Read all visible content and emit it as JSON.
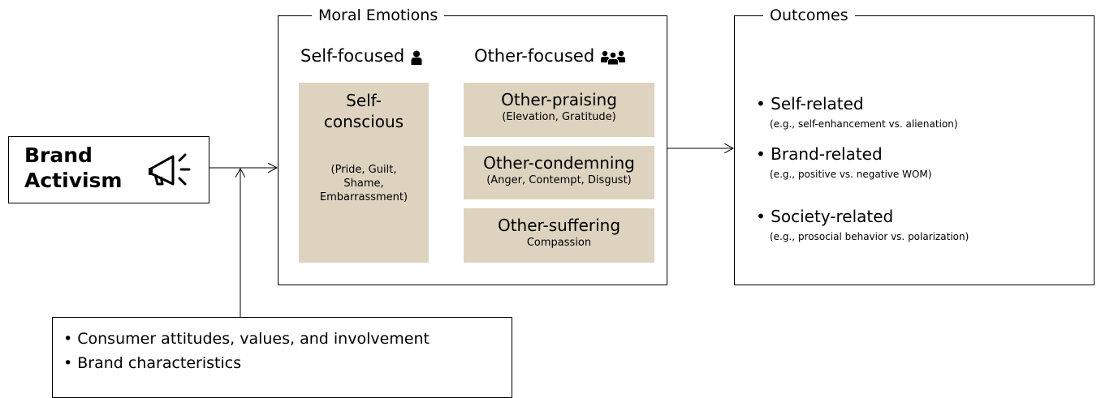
{
  "brand": {
    "line1": "Brand",
    "line2": "Activism",
    "icon": "megaphone-icon"
  },
  "moral": {
    "title": "Moral Emotions",
    "self_focused": {
      "label": "Self-focused",
      "icon": "person-icon"
    },
    "other_focused": {
      "label": "Other-focused",
      "icon": "people-group-icon"
    },
    "self_conscious": {
      "title_line1": "Self-",
      "title_line2": "conscious",
      "sub_line1": "(Pride, Guilt,",
      "sub_line2": "Shame,",
      "sub_line3": "Embarrassment)"
    },
    "other_praising": {
      "title": "Other-praising",
      "sub": "(Elevation, Gratitude)"
    },
    "other_condemning": {
      "title": "Other-condemning",
      "sub": "(Anger, Contempt, Disgust)"
    },
    "other_suffering": {
      "title": "Other-suffering",
      "sub": "Compassion"
    }
  },
  "outcomes": {
    "title": "Outcomes",
    "items": [
      {
        "title": "Self-related",
        "sub": "(e.g., self-enhancement vs. alienation)"
      },
      {
        "title": "Brand-related",
        "sub": "(e.g., positive vs. negative WOM)"
      },
      {
        "title": "Society-related",
        "sub": "(e.g., prosocial behavior vs. polarization)"
      }
    ]
  },
  "moderators": {
    "items": [
      "Consumer attitudes, values, and involvement",
      "Brand characteristics"
    ]
  },
  "colors": {
    "emotion_fill": "#ddd3bf",
    "line": "#000000"
  }
}
